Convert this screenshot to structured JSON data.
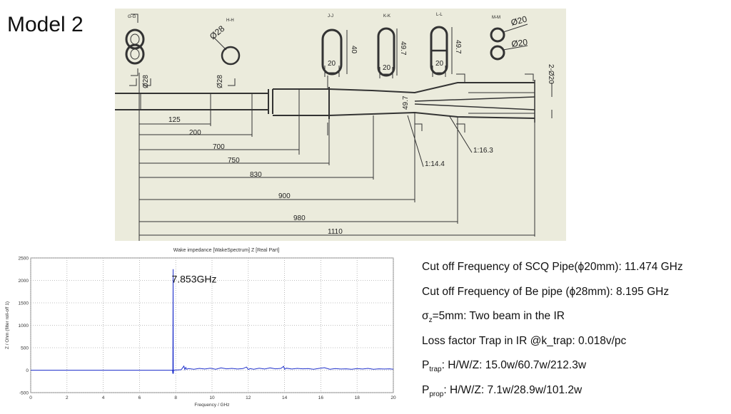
{
  "slide_title": "Model 2",
  "drawing": {
    "section_labels": [
      "G-G",
      "H-H",
      "J-J",
      "K-K",
      "L-L",
      "M-M"
    ],
    "diameters": {
      "d28_a": "Ø28",
      "d28_b": "Ø28",
      "d28_c": "Ø28",
      "d20_a": "Ø20",
      "d20_b": "Ø20",
      "two_d20": "2-Ø20"
    },
    "heights": {
      "h40": "40",
      "h49_7_a": "49.7",
      "h49_7_b": "49.7",
      "h49_7_main": "49.7"
    },
    "widths": {
      "w20_a": "20",
      "w20_b": "20",
      "w20_c": "20"
    },
    "tapers": {
      "taper_a": "1:14.4",
      "taper_b": "1:16.3"
    },
    "length_dimensions": [
      "125",
      "200",
      "700",
      "750",
      "830",
      "900",
      "980",
      "1110"
    ]
  },
  "chart_data": {
    "type": "line",
    "title": "Wake impedance [WakeSpectrum] Z [Real Part]",
    "xlabel": "Frequency / GHz",
    "ylabel": "Z / Ohm (filter roll-off 1)",
    "xlim": [
      0,
      20
    ],
    "ylim": [
      -500,
      2500
    ],
    "xticks": [
      "0",
      "2",
      "4",
      "6",
      "8",
      "10",
      "12",
      "14",
      "16",
      "18",
      "20"
    ],
    "yticks": [
      "-500",
      "0",
      "500",
      "1000",
      "1500",
      "2000",
      "2500"
    ],
    "grid": true,
    "annotation": {
      "text": "7.853GHz",
      "x": 7.853
    },
    "series": [
      {
        "color": "#2233cc",
        "x": [
          0,
          7.82,
          7.84,
          7.853,
          7.866,
          7.88,
          8.3,
          8.45,
          8.5,
          8.55,
          8.6,
          8.7,
          9.0,
          9.3,
          9.6,
          9.9,
          10.2,
          10.5,
          10.8,
          11.1,
          11.4,
          11.7,
          11.9,
          12.0,
          12.1,
          12.3,
          12.6,
          12.9,
          13.2,
          13.5,
          13.8,
          13.95,
          14.0,
          14.1,
          14.4,
          14.7,
          15.0,
          15.3,
          15.6,
          15.9,
          16.2,
          16.5,
          16.8,
          17.1,
          17.4,
          17.7,
          18.0,
          18.3,
          18.6,
          18.9,
          19.2,
          19.5,
          19.8,
          20.0
        ],
        "y": [
          0,
          0,
          -80,
          2250,
          -80,
          0,
          10,
          90,
          15,
          60,
          20,
          35,
          20,
          40,
          25,
          45,
          20,
          50,
          30,
          40,
          25,
          35,
          70,
          15,
          35,
          20,
          45,
          25,
          50,
          30,
          40,
          85,
          20,
          45,
          25,
          40,
          30,
          35,
          20,
          40,
          55,
          20,
          35,
          25,
          30,
          20,
          35,
          25,
          40,
          20,
          30,
          25,
          30,
          20
        ]
      }
    ]
  },
  "notes": [
    {
      "text": "Cut off Frequency of SCQ Pipe(ϕ20mm): 11.474 GHz"
    },
    {
      "text": "Cut off Frequency of Be pipe  (ϕ28mm):  8.195 GHz"
    },
    {
      "pre": "σ",
      "sub": "z",
      "post": "=5mm: Two beam in the IR"
    },
    {
      "text": "Loss factor Trap in IR @k_trap: 0.018v/pc"
    },
    {
      "pre": "P",
      "sub": "trap",
      "post": ": H/W/Z: 15.0w/60.7w/212.3w"
    },
    {
      "pre": "P",
      "sub": "prop",
      "post": ": H/W/Z: 7.1w/28.9w/101.2w"
    }
  ]
}
